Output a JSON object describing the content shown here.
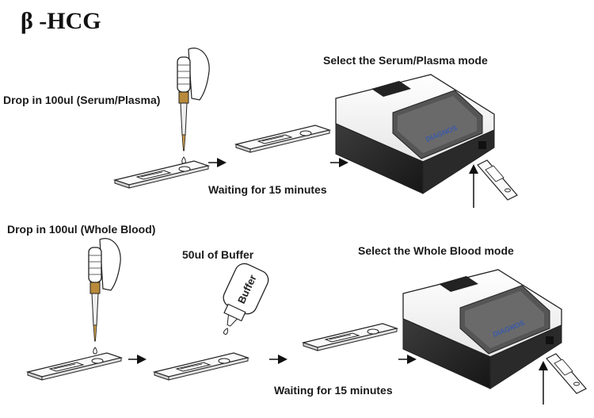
{
  "title": "β -HCG",
  "serum_section": {
    "instruction": "Drop in 100ul (Serum/Plasma)",
    "wait_label": "Waiting for 15 minutes",
    "mode_label": "Select the Serum/Plasma mode",
    "device_brand": "DIAGNOS"
  },
  "blood_section": {
    "instruction": "Drop in 100ul (Whole Blood)",
    "buffer_label": "50ul of Buffer",
    "buffer_bottle_text": "Buffer",
    "wait_label": "Waiting for 15 minutes",
    "mode_label": "Select the Whole Blood mode",
    "device_brand": "DIAGNOS"
  },
  "arrow_glyph": "→"
}
